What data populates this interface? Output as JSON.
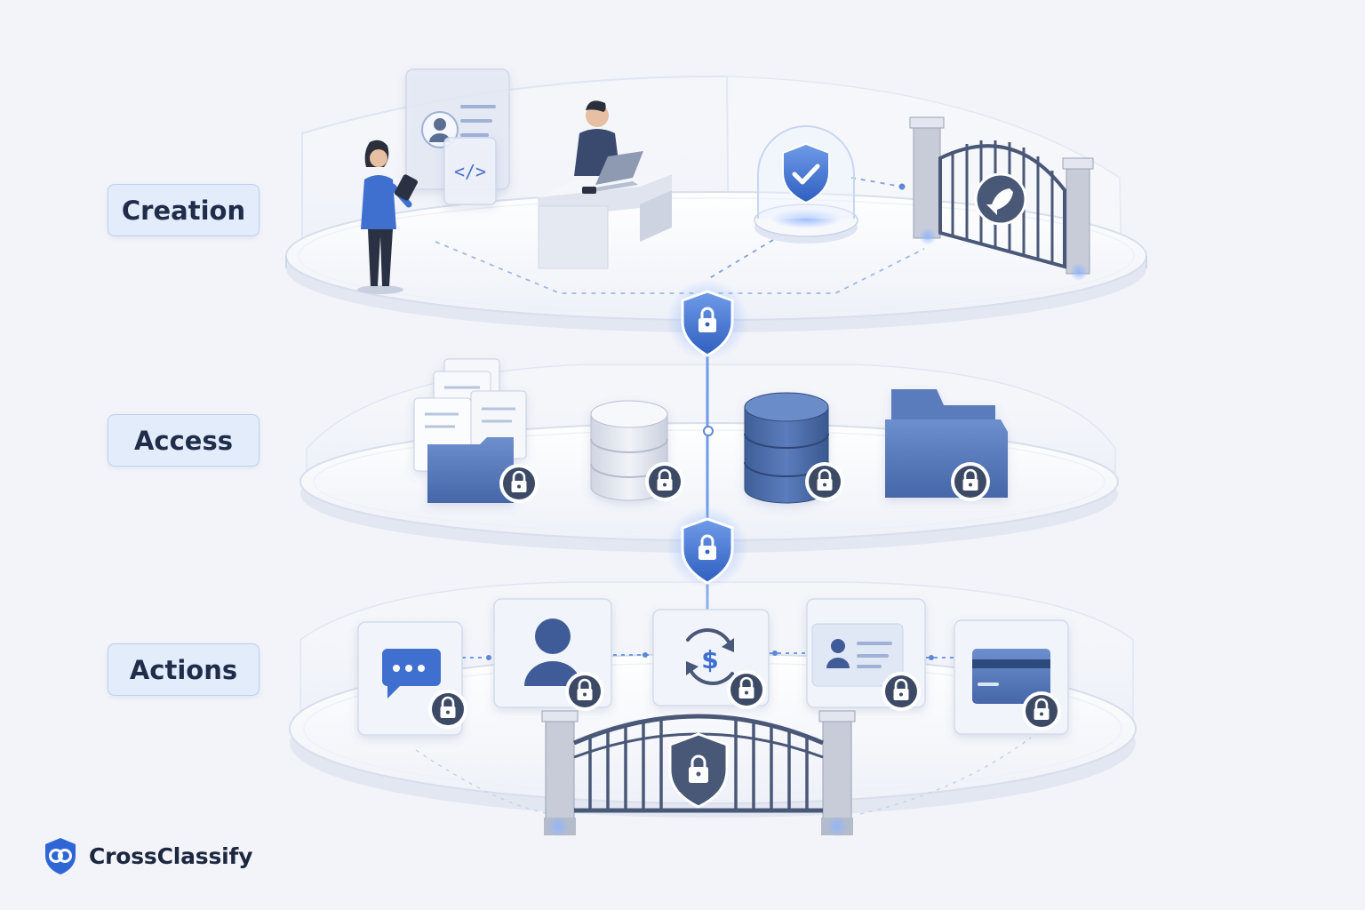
{
  "tiers": [
    {
      "id": "creation",
      "label": "Creation"
    },
    {
      "id": "access",
      "label": "Access"
    },
    {
      "id": "actions",
      "label": "Actions"
    }
  ],
  "brand": {
    "name": "CrossClassify",
    "icon": "crossclassify-shield-logo"
  },
  "creation_items": [
    "woman-with-tablet",
    "profile-card-panel",
    "code-panel",
    "man-at-laptop-desk",
    "protected-shield-dome",
    "open-gate-rocket"
  ],
  "access_items": [
    "locked-documents-folder",
    "locked-database-light",
    "locked-database-dark",
    "locked-folder"
  ],
  "actions_items": [
    "locked-chat-card",
    "locked-user-card",
    "locked-payment-card",
    "locked-id-card",
    "locked-credit-card-card"
  ],
  "connectors": [
    "shield-lock-1",
    "shield-lock-2",
    "gate-lock"
  ],
  "colors": {
    "accent": "#3f6fcf",
    "accent_dark": "#2c4f8f",
    "slate": "#4a5878",
    "platform": "#ffffff",
    "label_bg": "#e3ecfb",
    "label_border": "#bcd0ee",
    "text": "#1f2d4a",
    "background": "#f3f4f9"
  }
}
